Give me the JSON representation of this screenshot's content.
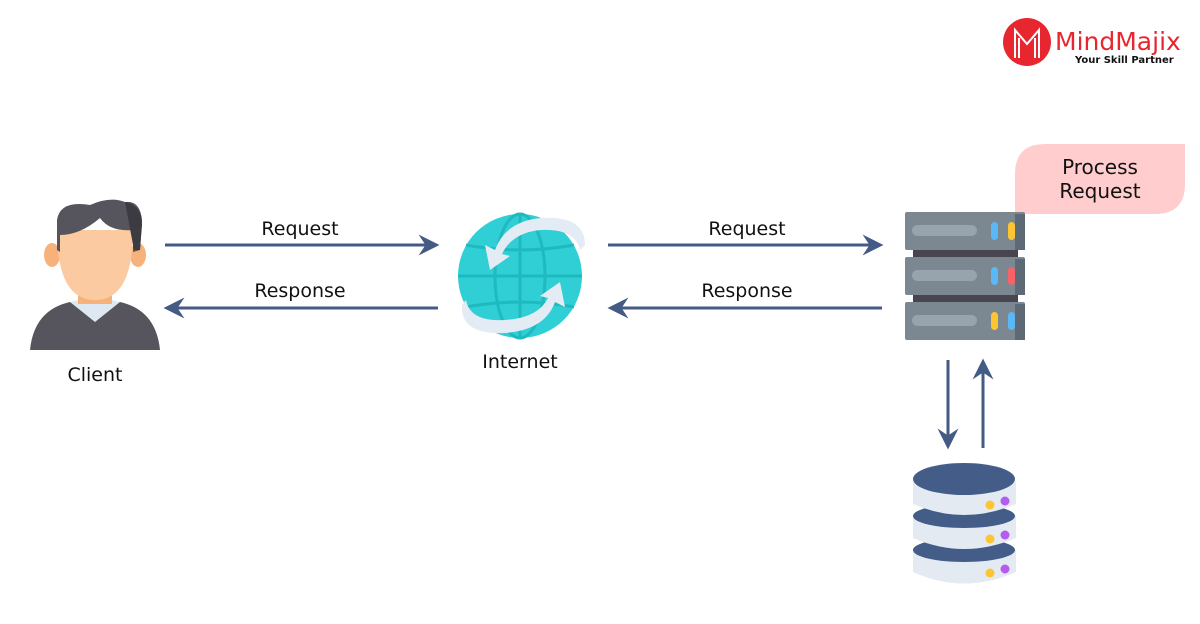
{
  "logo": {
    "name": "MindMajix",
    "tagline": "Your Skill Partner"
  },
  "nodes": {
    "client": "Client",
    "internet": "Internet",
    "server_note": [
      "Process",
      "Request"
    ]
  },
  "edges": {
    "client_to_internet": "Request",
    "internet_to_client": "Response",
    "internet_to_server": "Request",
    "server_to_internet": "Response"
  },
  "colors": {
    "arrow": "#445b86",
    "brand": "#e8262f",
    "bubble": "#ffcdcd",
    "globe": "#2fcfd5"
  }
}
